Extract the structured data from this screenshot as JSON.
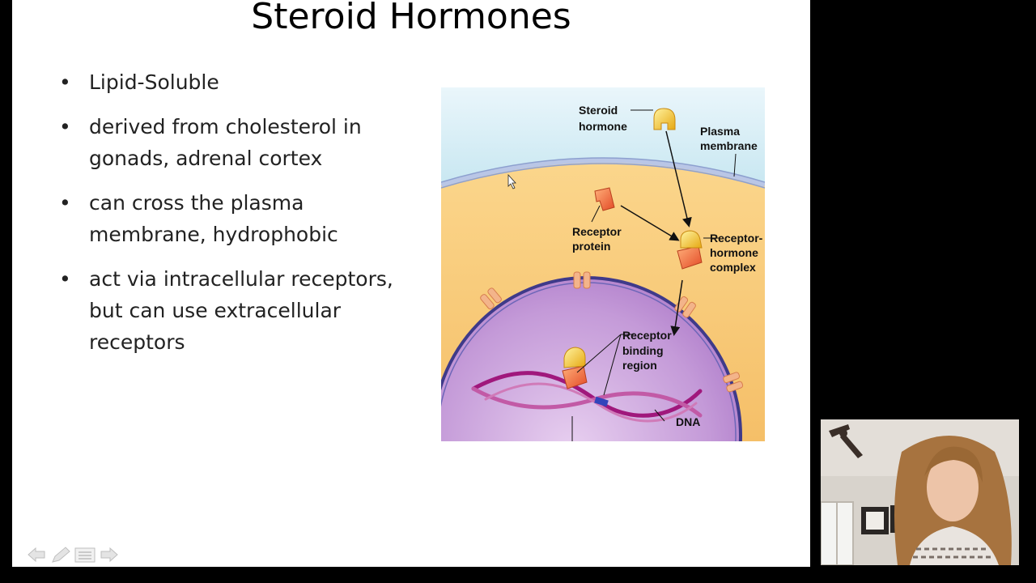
{
  "slide": {
    "title": "Steroid Hormones",
    "bullets": [
      {
        "marker": "•",
        "text": "Lipid-Soluble"
      },
      {
        "marker": "•",
        "text": "derived from cholesterol in gonads, adrenal cortex"
      },
      {
        "marker": "•",
        "text": "can cross the plasma membrane, hydrophobic"
      },
      {
        "marker": "•",
        "text": "act via intracellular receptors, but can use extracellular receptors"
      }
    ]
  },
  "diagram": {
    "labels": {
      "steroid_1": "Steroid",
      "steroid_2": "hormone",
      "plasma_1": "Plasma",
      "plasma_2": "membrane",
      "receptor_1": "Receptor",
      "receptor_2": "protein",
      "complex_1": "Receptor-",
      "complex_2": "hormone",
      "complex_3": "complex",
      "binding_1": "Receptor",
      "binding_2": "binding",
      "binding_3": "region",
      "dna": "DNA"
    },
    "colors": {
      "extracellular": "#7ec8dc",
      "cytoplasm": "#f6c46e",
      "nucleus": "#a873c4",
      "hormone": "#f3c21b",
      "receptor": "#ee6a3a",
      "dna": "#a0187c",
      "binding_site": "#3344bb"
    }
  },
  "nav": {
    "icons": [
      "back-arrow-icon",
      "pen-icon",
      "menu-icon",
      "forward-arrow-icon"
    ]
  },
  "webcam": {
    "description_icon": "presenter-video-feed"
  }
}
